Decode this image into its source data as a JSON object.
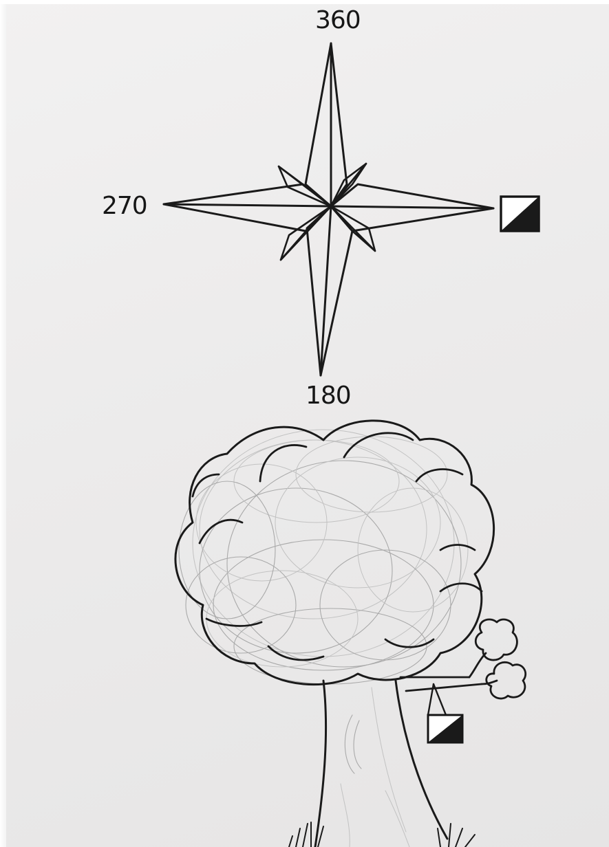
{
  "compass": {
    "north_label": "360",
    "west_label": "270",
    "south_label": "180",
    "east_symbol": "orienteering-control-flag"
  },
  "scene": {
    "tree_symbol": "orienteering-control-flag"
  }
}
